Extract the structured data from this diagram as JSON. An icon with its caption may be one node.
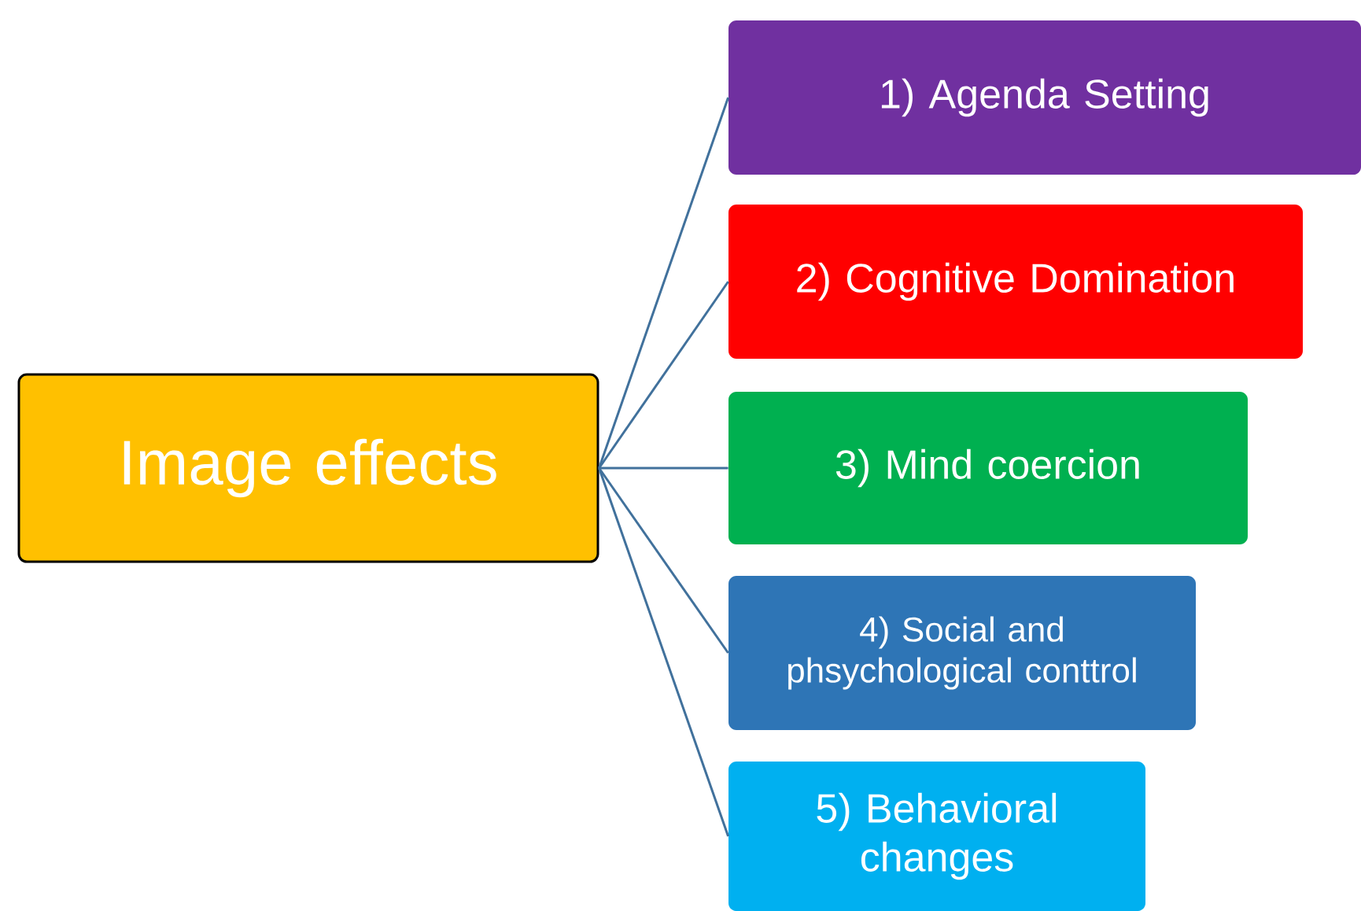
{
  "diagram": {
    "nodes": [
      {
        "text": [
          "Image effects"
        ]
      },
      {
        "text": [
          "1) Agenda Setting"
        ]
      },
      {
        "text": [
          "2) Cognitive Domination"
        ]
      },
      {
        "text": [
          "3) Mind coercion"
        ]
      },
      {
        "text": [
          "4) Social and phsychological conttrol"
        ]
      },
      {
        "text": [
          "5) Behavioral changes"
        ]
      }
    ],
    "edges": [
      {
        "from": 0,
        "to": 1,
        "arrow": "none"
      },
      {
        "from": 0,
        "to": 2,
        "arrow": "none"
      },
      {
        "from": 0,
        "to": 3,
        "arrow": "none"
      },
      {
        "from": 0,
        "to": 4,
        "arrow": "none"
      },
      {
        "from": 0,
        "to": 5,
        "arrow": "none"
      }
    ]
  }
}
